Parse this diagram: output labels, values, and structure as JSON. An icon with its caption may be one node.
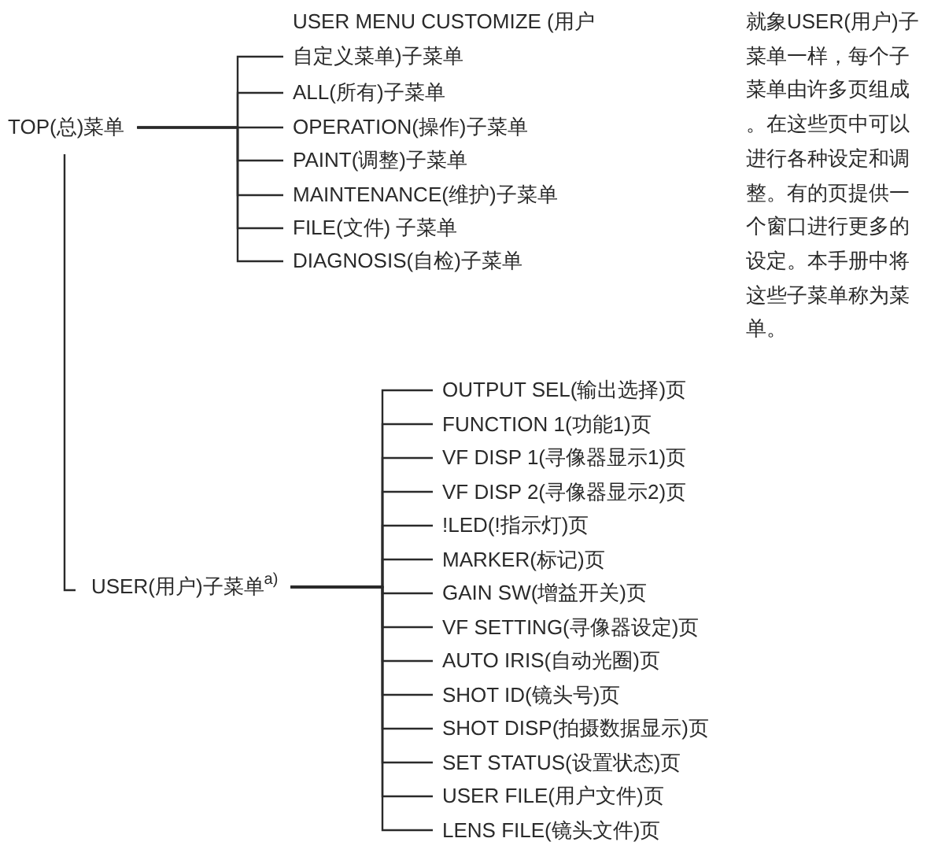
{
  "diagram": {
    "nodes": [
      {
        "text": [
          "TOP(总)菜单"
        ]
      },
      {
        "text": [
          "USER MENU CUSTOMIZE (用户自定义菜单)子菜单"
        ]
      },
      {
        "text": [
          "ALL(所有)子菜单"
        ]
      },
      {
        "text": [
          "OPERATION(操作)子菜单"
        ]
      },
      {
        "text": [
          "PAINT(调整)子菜单"
        ]
      },
      {
        "text": [
          "MAINTENANCE(维护)子菜单"
        ]
      },
      {
        "text": [
          "FILE(文件) 子菜单"
        ]
      },
      {
        "text": [
          "DIAGNOSIS(自检)子菜单"
        ]
      },
      {
        "text": [
          "USER(用户)子菜单$^{a)}$"
        ]
      },
      {
        "text": [
          "OUTPUT SEL(输出选择)页"
        ]
      },
      {
        "text": [
          "FUNCTION 1(功能1)页"
        ]
      },
      {
        "text": [
          "VF DISP 1(寻像器显示1)页"
        ]
      },
      {
        "text": [
          "VF DISP 2(寻像器显示2)页"
        ]
      },
      {
        "text": [
          "!LED(!指示灯)页"
        ]
      },
      {
        "text": [
          "MARKER(标记)页"
        ]
      },
      {
        "text": [
          "GAIN SW(增益开关)页"
        ]
      },
      {
        "text": [
          "VF SETTING(寻像器设定)页"
        ]
      },
      {
        "text": [
          "AUTO IRIS(自动光圈)页"
        ]
      },
      {
        "text": [
          "SHOT ID(镜头号)页"
        ]
      },
      {
        "text": [
          "SHOT DISP(拍摄数据显示)页"
        ]
      },
      {
        "text": [
          "SET STATUS(设置状态)页"
        ]
      },
      {
        "text": [
          "USER FILE(用户文件)页"
        ]
      },
      {
        "text": [
          "LENS FILE(镜头文件)页"
        ]
      }
    ],
    "edges": [
      {
        "from": 0,
        "to": 1,
        "arrow": "none"
      },
      {
        "from": 0,
        "to": 2,
        "arrow": "none"
      },
      {
        "from": 0,
        "to": 3,
        "arrow": "none"
      },
      {
        "from": 0,
        "to": 4,
        "arrow": "none"
      },
      {
        "from": 0,
        "to": 5,
        "arrow": "none"
      },
      {
        "from": 0,
        "to": 6,
        "arrow": "none"
      },
      {
        "from": 0,
        "to": 7,
        "arrow": "none"
      },
      {
        "from": 0,
        "to": 8,
        "arrow": "none"
      },
      {
        "from": 8,
        "to": 9,
        "arrow": "none"
      },
      {
        "from": 8,
        "to": 10,
        "arrow": "none"
      },
      {
        "from": 8,
        "to": 11,
        "arrow": "none"
      },
      {
        "from": 8,
        "to": 12,
        "arrow": "none"
      },
      {
        "from": 8,
        "to": 13,
        "arrow": "none"
      },
      {
        "from": 8,
        "to": 14,
        "arrow": "none"
      },
      {
        "from": 8,
        "to": 15,
        "arrow": "none"
      },
      {
        "from": 8,
        "to": 16,
        "arrow": "none"
      },
      {
        "from": 8,
        "to": 17,
        "arrow": "none"
      },
      {
        "from": 8,
        "to": 18,
        "arrow": "none"
      },
      {
        "from": 8,
        "to": 19,
        "arrow": "none"
      },
      {
        "from": 8,
        "to": 20,
        "arrow": "none"
      },
      {
        "from": 8,
        "to": 21,
        "arrow": "none"
      },
      {
        "from": 8,
        "to": 22,
        "arrow": "none"
      }
    ],
    "labels": [
      "就象USER(用户)子菜单一样，每个子菜单由许多页组成。在这些页中可以进行各种设定和调整。有的页提供一个窗口进行更多的设定。本手册中将这些子菜单称为菜单。"
    ]
  }
}
